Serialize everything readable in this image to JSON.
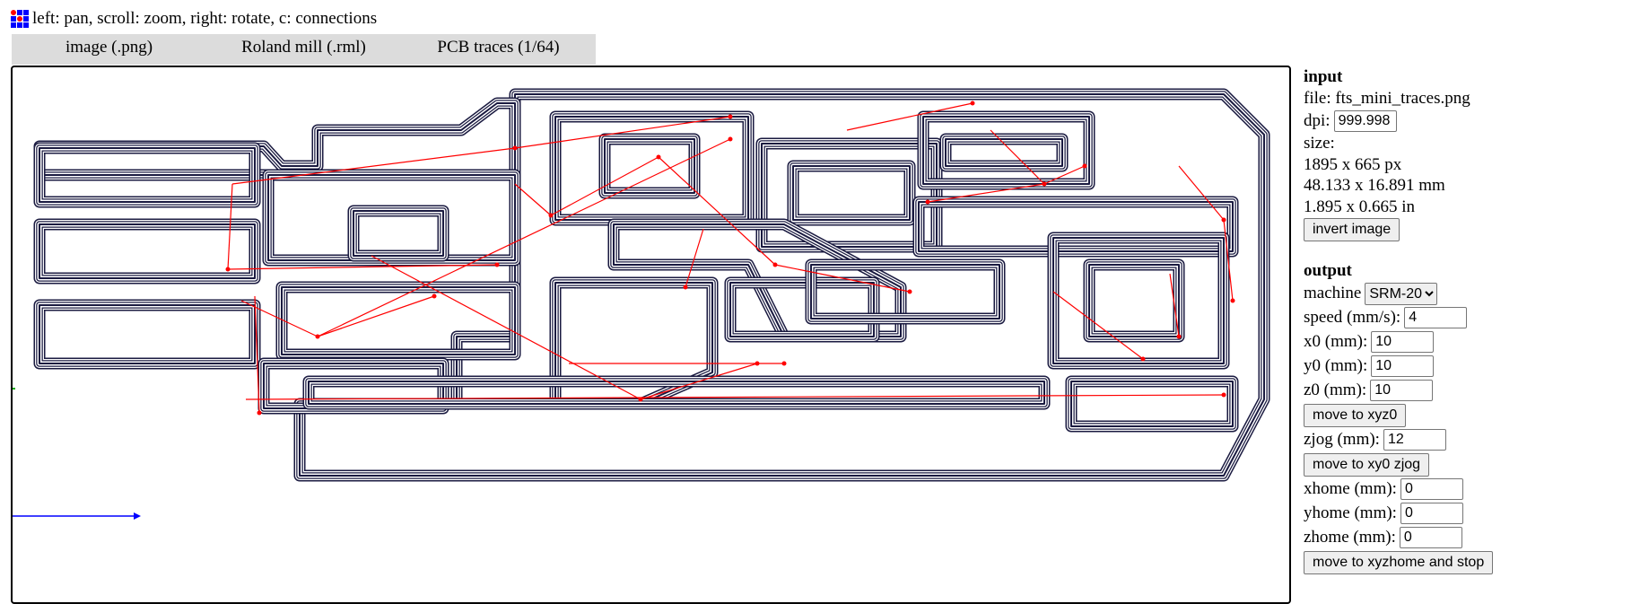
{
  "header": {
    "hint": "left: pan, scroll: zoom, right: rotate, c: connections"
  },
  "tabs": [
    {
      "label": "image (.png)"
    },
    {
      "label": "Roland mill (.rml)"
    },
    {
      "label": "PCB traces (1/64)"
    }
  ],
  "input": {
    "heading": "input",
    "file": "file: fts_mini_traces.png",
    "dpi_label": "dpi:",
    "dpi": "999.998",
    "size_label": "size:",
    "size_px": "1895 x 665 px",
    "size_mm": "48.133 x 16.891 mm",
    "size_in": "1.895 x 0.665 in",
    "invert_label": "invert image"
  },
  "output": {
    "heading": "output",
    "machine_label": "machine",
    "machine": "SRM-20",
    "speed_label": "speed (mm/s):",
    "speed": "4",
    "x0_label": "x0 (mm):",
    "x0": "10",
    "y0_label": "y0 (mm):",
    "y0": "10",
    "z0_label": "z0 (mm):",
    "z0": "10",
    "move_xyz0": "move to xyz0",
    "zjog_label": "zjog (mm):",
    "zjog": "12",
    "move_xy0_zjog": "move to xy0 zjog",
    "xhome_label": "xhome (mm):",
    "xhome": "0",
    "yhome_label": "yhome (mm):",
    "yhome": "0",
    "zhome_label": "zhome (mm):",
    "zhome": "0",
    "move_home": "move to xyzhome and stop"
  },
  "colors": {
    "trace": "#1a1a40",
    "connection": "#ff0000",
    "axis_x": "#0000ff",
    "axis_y": "#00aa00"
  }
}
